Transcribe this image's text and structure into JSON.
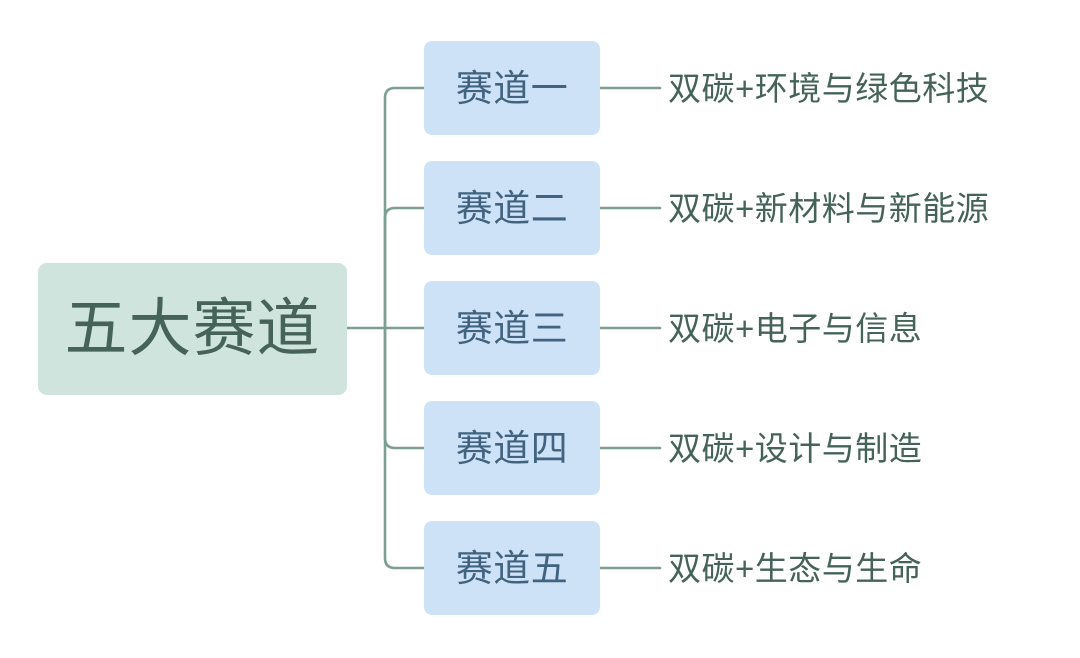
{
  "diagram": {
    "type": "mind-map",
    "background_color": "#ffffff",
    "root": {
      "label": "五大赛道",
      "fill_color": "#cfe4dc",
      "text_color": "#456359"
    },
    "connector_color": "#7d9f92",
    "branch_style": {
      "fill_color": "#cee2f7",
      "text_color": "#41637f"
    },
    "leaf_style": {
      "text_color": "#456359"
    },
    "branches": [
      {
        "node": "赛道一",
        "leaf": "双碳+环境与绿色科技"
      },
      {
        "node": "赛道二",
        "leaf": "双碳+新材料与新能源"
      },
      {
        "node": "赛道三",
        "leaf": "双碳+电子与信息"
      },
      {
        "node": "赛道四",
        "leaf": "双碳+设计与制造"
      },
      {
        "node": "赛道五",
        "leaf": "双碳+生态与生命"
      }
    ]
  }
}
